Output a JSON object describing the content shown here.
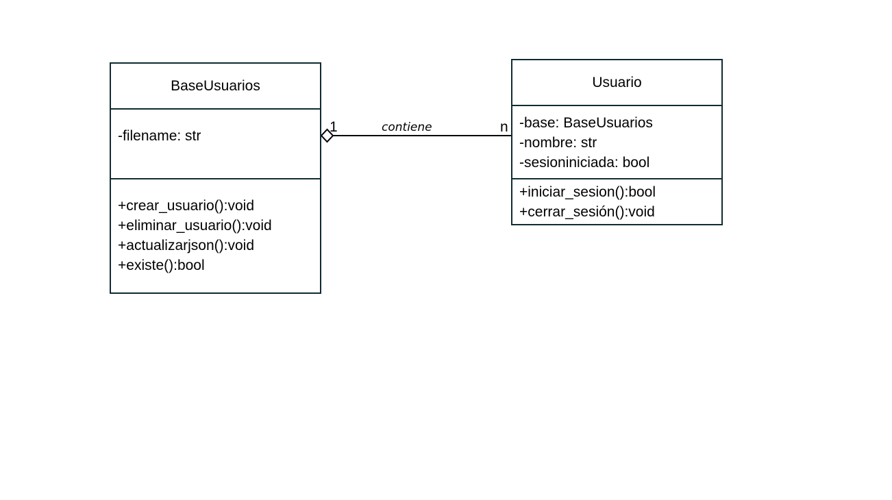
{
  "classes": {
    "base": {
      "name": "BaseUsuarios",
      "attributes": [
        "-filename: str"
      ],
      "methods": [
        "+crear_usuario():void",
        "+eliminar_usuario():void",
        "+actualizarjson():void",
        "+existe():bool"
      ]
    },
    "usuario": {
      "name": "Usuario",
      "attributes": [
        "-base: BaseUsuarios",
        "-nombre: str",
        "-sesioniniciada: bool"
      ],
      "methods": [
        "+iniciar_sesion():bool",
        "+cerrar_sesión():void"
      ]
    }
  },
  "association": {
    "label": "contiene",
    "source_multiplicity": "1",
    "target_multiplicity": "n",
    "type": "aggregation"
  },
  "colors": {
    "border": "#0f2a33",
    "line": "#000000",
    "background": "#ffffff"
  }
}
